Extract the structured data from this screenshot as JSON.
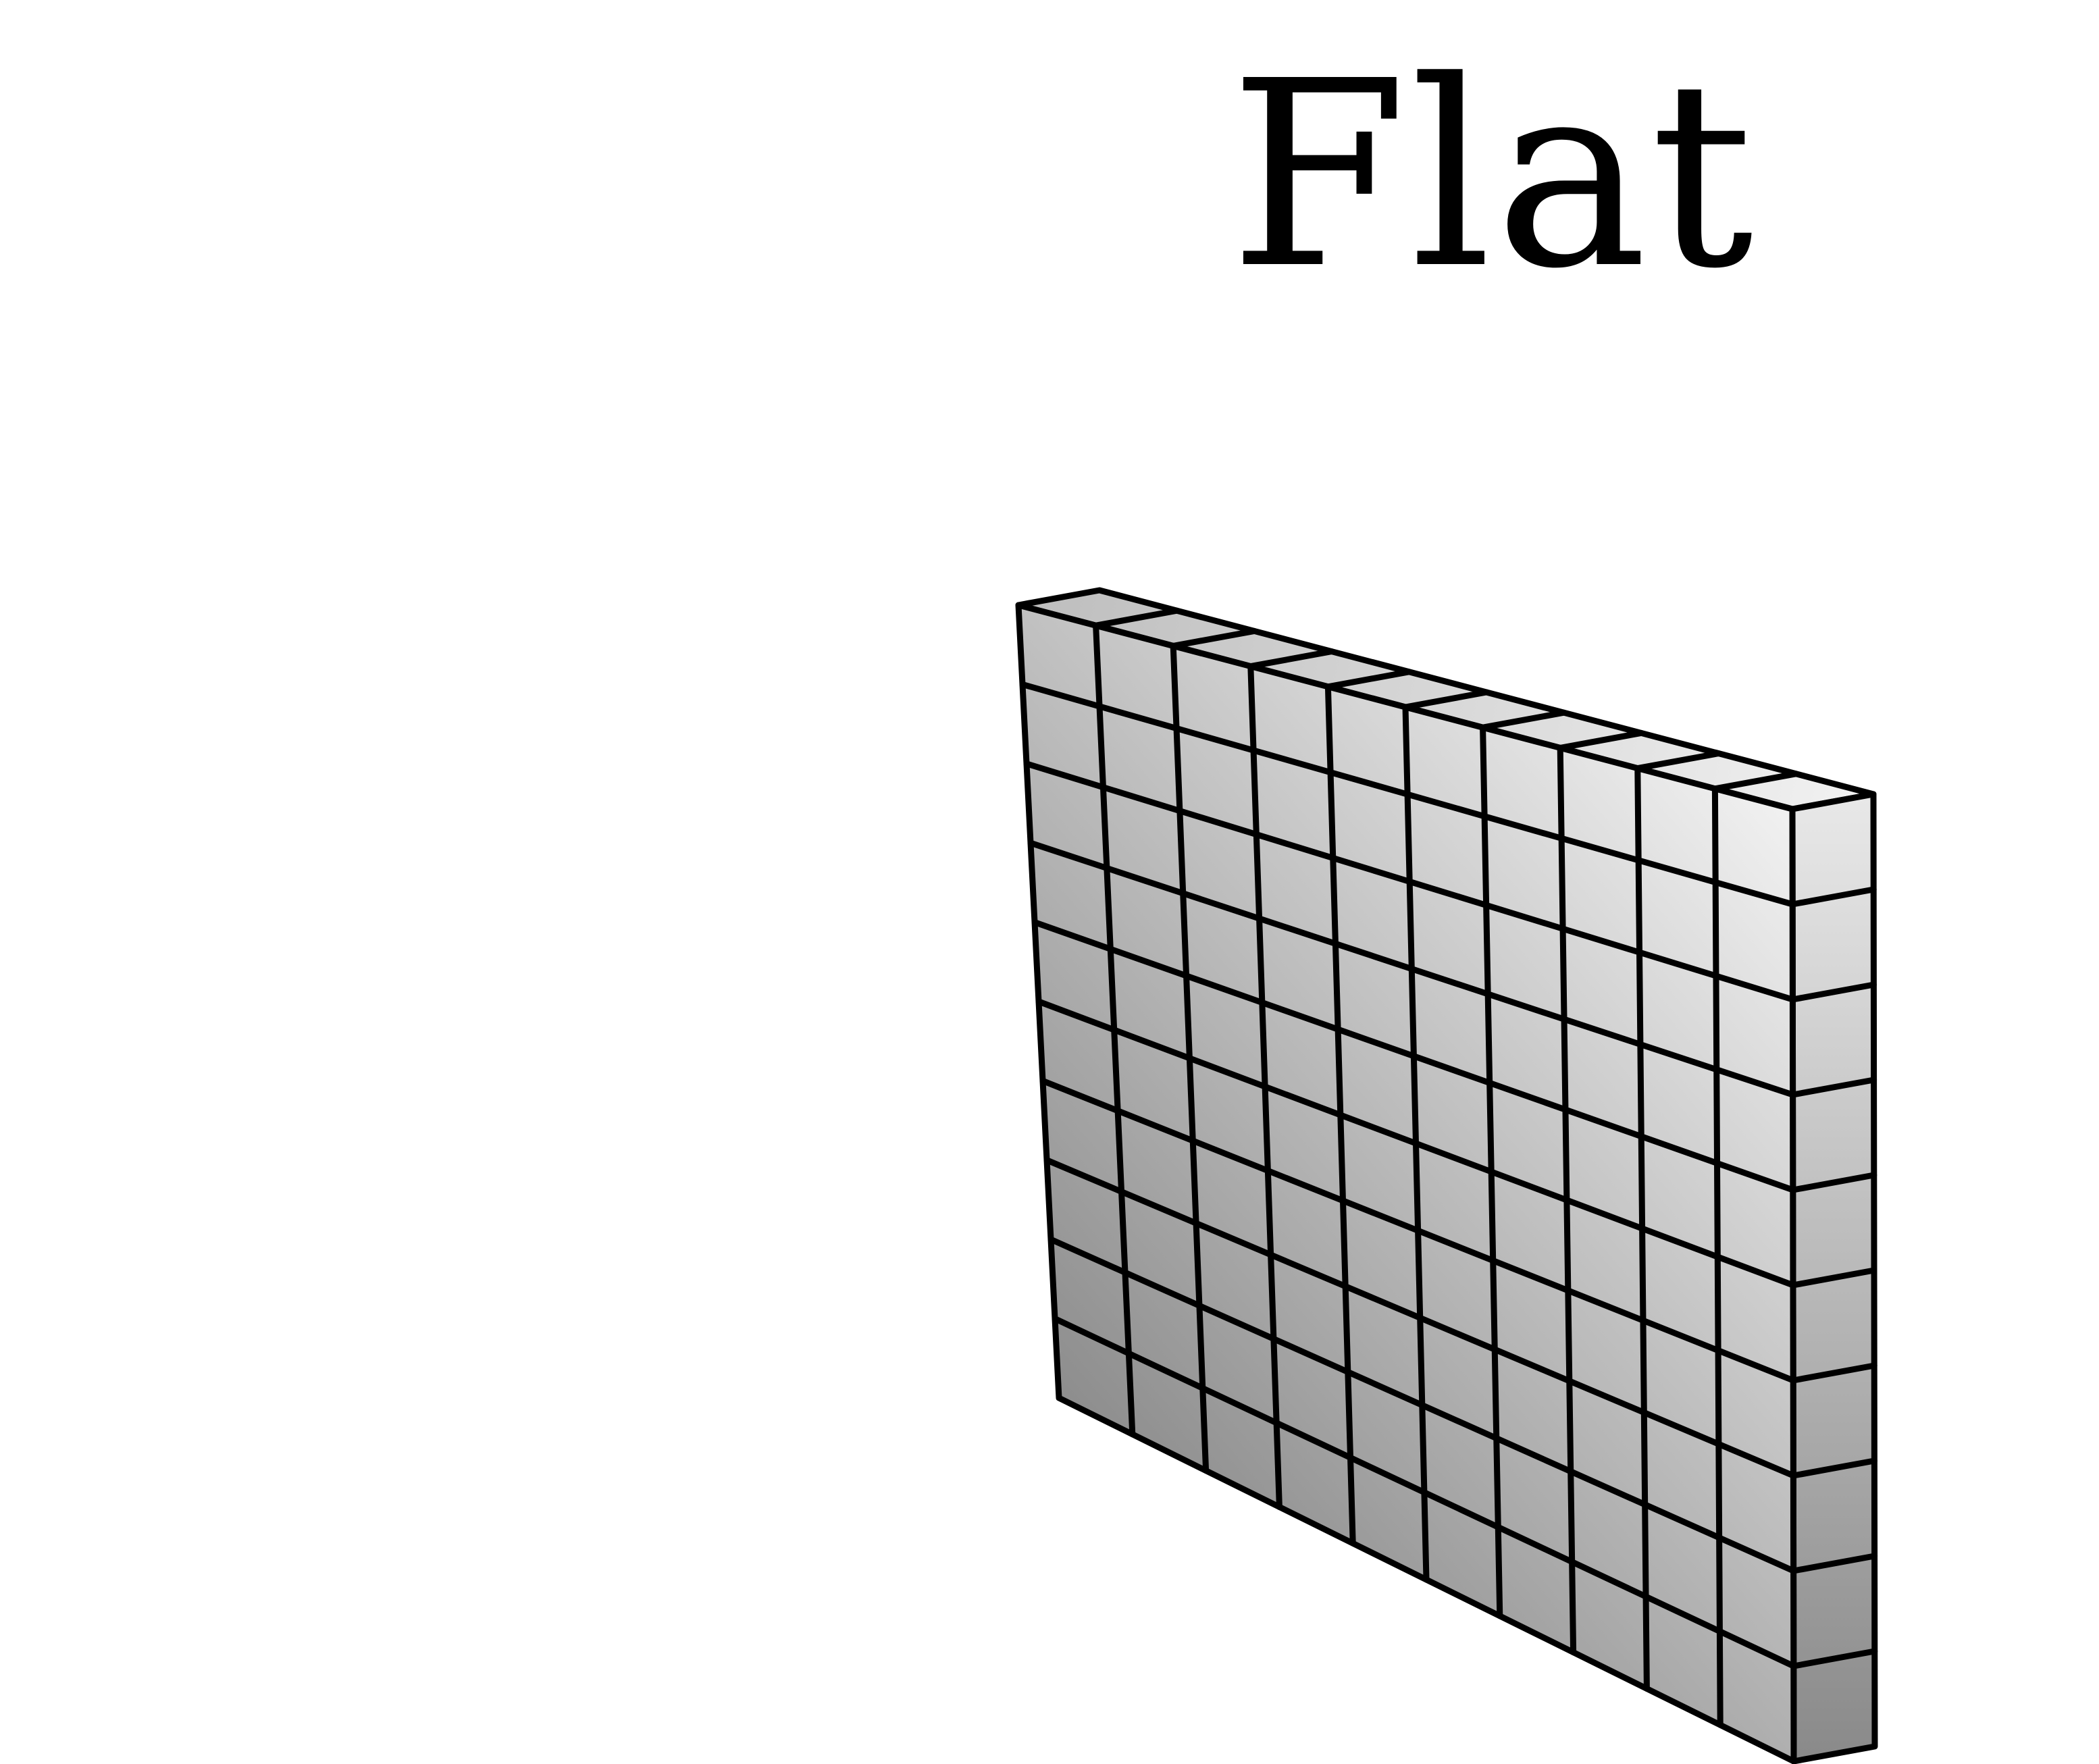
{
  "title": "Flat",
  "grid": {
    "rows": 10,
    "cols": 10,
    "layers": 1
  },
  "colors": {
    "stroke": "#000000",
    "shade_dark": "#888888",
    "shade_light": "#f6f6f6",
    "top_dark": "#bdbdbd",
    "top_light": "#f2f2f2",
    "side_light": "#e8e8e8",
    "side_dark": "#8a8a8a"
  }
}
